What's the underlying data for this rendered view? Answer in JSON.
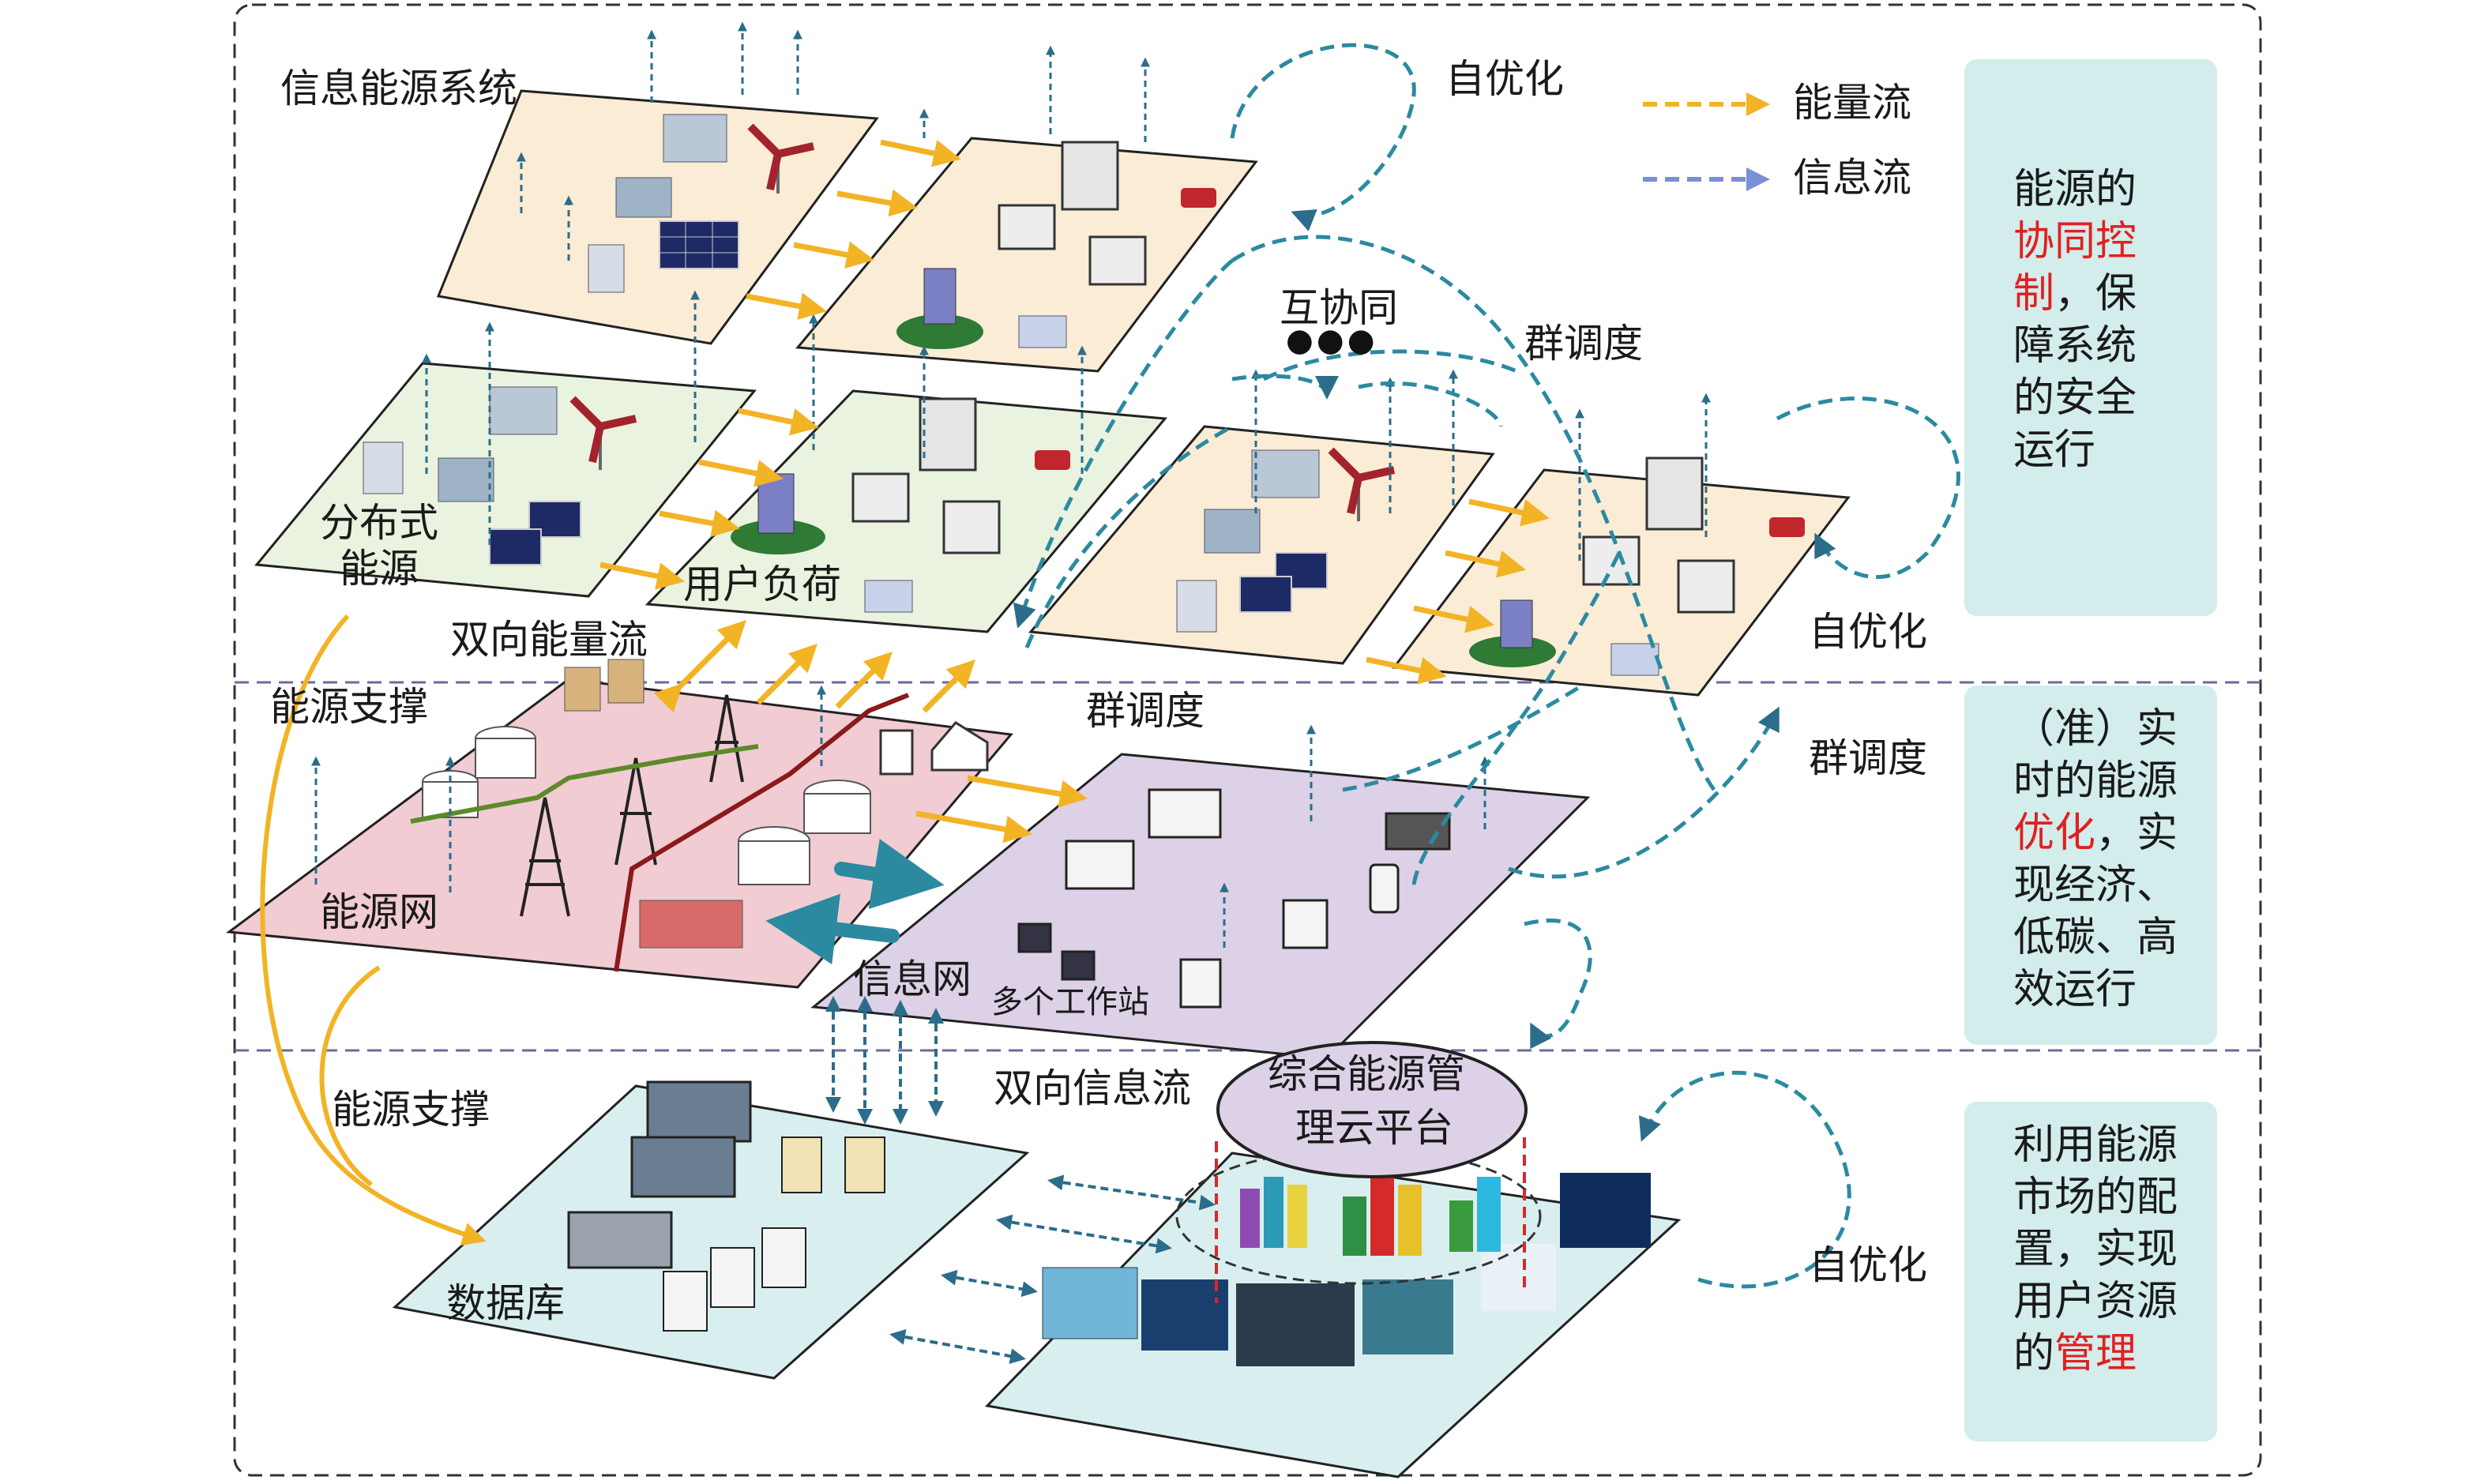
{
  "labels": {
    "info_energy_system": "信息能源系统",
    "self_opt_top": "自优化",
    "legend_energy": "能量流",
    "legend_info": "信息流",
    "mutual_coop": "互协同",
    "group_dispatch_top": "群调度",
    "distributed_energy": "分布式\n能源",
    "user_load": "用户负荷",
    "self_opt_mid": "自优化",
    "bidirectional_energy": "双向能量流",
    "energy_support_1": "能源支撑",
    "group_dispatch_mid": "群调度",
    "group_dispatch_right": "群调度",
    "energy_grid": "能源网",
    "info_grid": "信息网",
    "workstations": "多个工作站",
    "energy_support_2": "能源支撑",
    "bidirectional_info": "双向信息流",
    "cloud_platform_line1": "综合能源管",
    "cloud_platform_line2": "理云平台",
    "database": "数据库",
    "self_opt_bottom": "自优化"
  },
  "side_panels": [
    {
      "parts": [
        [
          "能源的",
          false
        ],
        [
          "协同控",
          true
        ],
        [
          "制",
          true
        ],
        [
          "，保",
          false
        ],
        [
          "障系统",
          false
        ],
        [
          "的安全",
          false
        ],
        [
          "运行",
          false
        ]
      ]
    },
    {
      "parts": [
        [
          "（准）实",
          false
        ],
        [
          "时的能源",
          false
        ],
        [
          "优化",
          true
        ],
        [
          "，实",
          false
        ],
        [
          "现经济、",
          false
        ],
        [
          "低碳、高",
          false
        ],
        [
          "效运行",
          false
        ]
      ]
    },
    {
      "parts": [
        [
          "利用能源",
          false
        ],
        [
          "市场的配",
          false
        ],
        [
          "置，实现",
          false
        ],
        [
          "用户资源",
          false
        ],
        [
          "的",
          false
        ],
        [
          "管理",
          true
        ]
      ]
    }
  ],
  "colors": {
    "energy_flow": "#f2b324",
    "info_flow": "#2b6d8a",
    "info_flow_legend": "#7b8fd4",
    "plane_beige": "#fbecd6",
    "plane_green": "#eaf3df",
    "plane_pink": "#f1ccd2",
    "plane_violet": "#dcd1e6",
    "plane_teal": "#d9efef",
    "highlight_red": "#e02020"
  }
}
